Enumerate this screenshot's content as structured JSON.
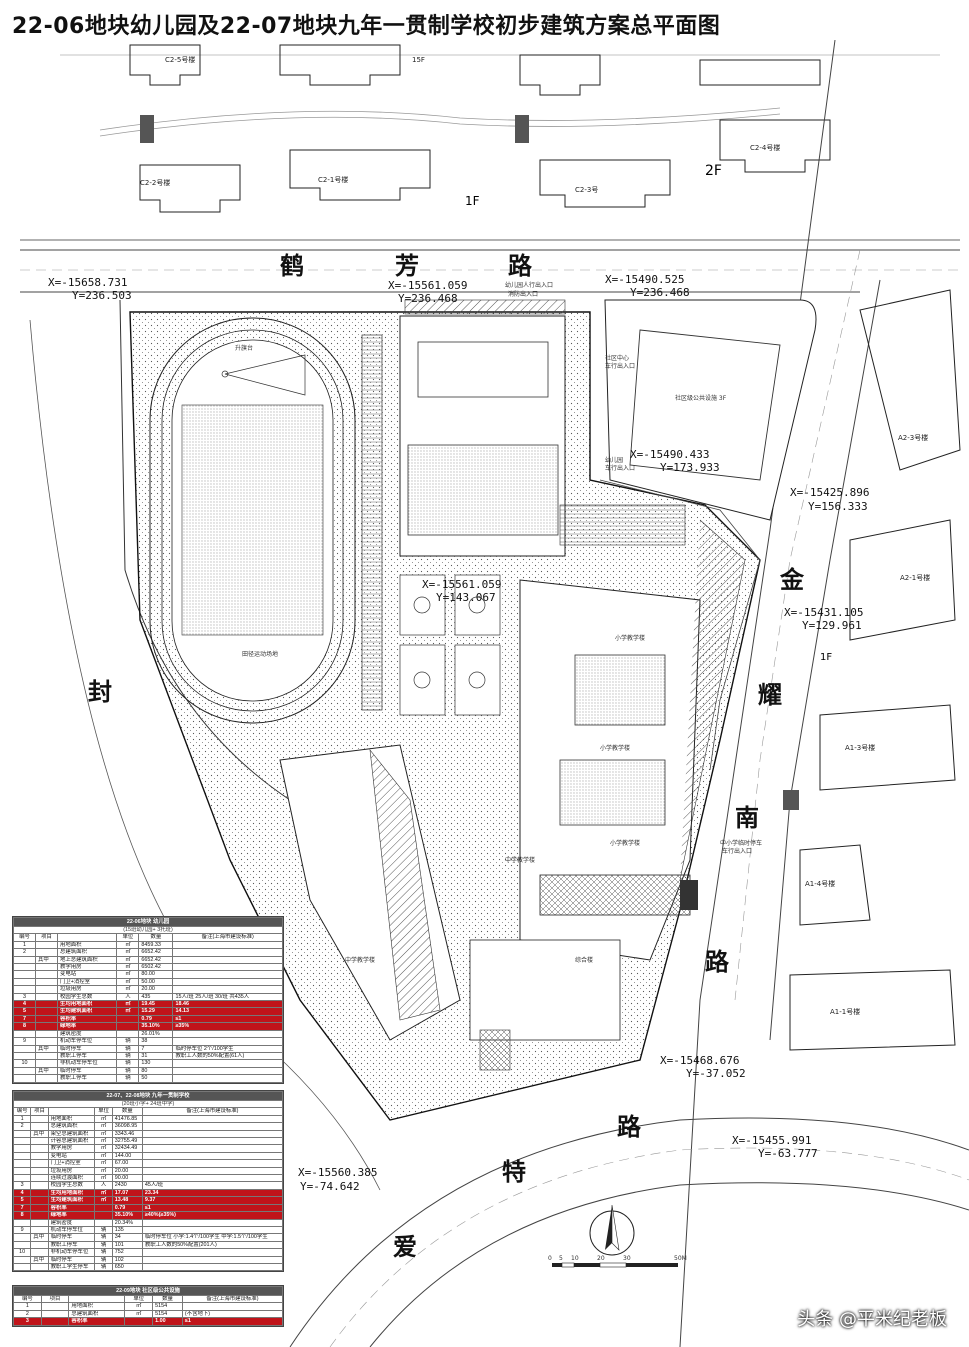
{
  "title": "22-06地块幼儿园及22-07地块九年一贯制学校初步建筑方案总平面图",
  "roads": {
    "hefang": [
      "鹤",
      "芳",
      "路"
    ],
    "fengte": "封",
    "jinyao": [
      "金",
      "耀",
      "南",
      "路"
    ],
    "aite": [
      "路",
      "特",
      "爱"
    ]
  },
  "coords": {
    "c1": "X=-15658.731",
    "c1y": "Y=236.503",
    "c2": "X=-15561.059",
    "c2y": "Y=236.468",
    "c3": "X=-15490.525",
    "c3y": "Y=236.468",
    "c4": "X=-15490.433",
    "c4y": "Y=173.933",
    "c5": "X=-15425.896",
    "c5y": "Y=156.333",
    "c6": "X=-15561.059",
    "c6y": "Y=143.067",
    "c7": "X=-15431.105",
    "c7y": "Y=129.961",
    "c8": "X=-15468.676",
    "c8y": "Y=-37.052",
    "c9": "X=-15455.991",
    "c9y": "Y=-63.777",
    "c10": "X=-15560.385",
    "c10y": "Y=-74.642"
  },
  "labels": {
    "kindergarten_entry": "幼儿园人行出入口",
    "fire_entry": "消防出入口",
    "community_center": "社区中心",
    "vehicle_entry": "车行出入口",
    "kg_vehicle_entry": "幼儿园",
    "kg_vehicle_entry2": "车行出入口",
    "public_building": "社区级公共设施 3F",
    "school_entry": "中小学临时停车",
    "school_entry2": "车行出入口",
    "flag": "升旗台",
    "field": "田径运动场地",
    "primary1": "小学教学楼",
    "primary2": "小学教学楼",
    "primary3": "小学教学楼",
    "middle": "中学教学楼",
    "gym": "中学教学楼",
    "comprehensive": "综合楼",
    "two_f": "2F",
    "one_f": "1F",
    "fifteen_f": "15F",
    "scale": [
      "0",
      "5",
      "10",
      "20",
      "30",
      "50M"
    ],
    "c25": "C2-5号楼",
    "c21": "C2-1号楼",
    "c22": "C2-2号楼",
    "c23": "C2-3号",
    "c24": "C2-4号楼",
    "a23": "A2-3号楼",
    "a21": "A2-1号楼",
    "a13": "A1-3号楼",
    "a14": "A1-4号楼",
    "a11": "A1-1号楼"
  },
  "table1": {
    "title": "22-06地块 幼儿园",
    "subtitle": "(15班幼儿园+ 3托班)",
    "headers": [
      "编号",
      "项目",
      "",
      "单位",
      "数量",
      "备注(上海市建设标准)"
    ],
    "rows": [
      [
        "1",
        "用地面积",
        "",
        "㎡",
        "8459.33",
        "",
        ""
      ],
      [
        "2",
        "总建筑面积",
        "",
        "㎡",
        "6652.42",
        "",
        ""
      ],
      [
        "",
        "地上总建筑面积",
        "其中",
        "㎡",
        "6652.42",
        "",
        ""
      ],
      [
        "",
        "教学用房",
        "",
        "㎡",
        "6502.42",
        "",
        ""
      ],
      [
        "",
        "变电站",
        "",
        "㎡",
        "80.00",
        "",
        ""
      ],
      [
        "",
        "门卫+消控室",
        "",
        "㎡",
        "50.00",
        "",
        ""
      ],
      [
        "",
        "垃圾用房",
        "",
        "㎡",
        "20.00",
        "",
        ""
      ],
      [
        "3",
        "校园学生总数",
        "",
        "人",
        "435",
        "15人/班 25人/班 30/班 共435人",
        ""
      ],
      [
        "4",
        "生均用地面积",
        "",
        "㎡",
        "19.45",
        "18.46",
        "red"
      ],
      [
        "5",
        "生均建筑面积",
        "",
        "㎡",
        "15.29",
        "14.13",
        "red"
      ],
      [
        "7",
        "容积率",
        "",
        "",
        "0.79",
        "≤1",
        "red"
      ],
      [
        "8",
        "绿地率",
        "",
        "",
        "35.10%",
        "≥35%",
        "red"
      ],
      [
        "",
        "建筑密度",
        "",
        "",
        "26.01%",
        "",
        ""
      ],
      [
        "9",
        "机动车停车位",
        "",
        "辆",
        "38",
        "",
        ""
      ],
      [
        "",
        "临时停车",
        "其中",
        "辆",
        "7",
        "临时停车位 2个/100学生",
        ""
      ],
      [
        "",
        "教职工停车",
        "",
        "辆",
        "31",
        "教职工人数的50%配置(61人)",
        ""
      ],
      [
        "10",
        "非机动车停车位",
        "",
        "辆",
        "130",
        "",
        ""
      ],
      [
        "",
        "临时停车",
        "其中",
        "辆",
        "80",
        "",
        ""
      ],
      [
        "",
        "教职工停车",
        "",
        "辆",
        "50",
        "",
        ""
      ]
    ]
  },
  "table2": {
    "title": "22-07、22-08地块 九年一贯制学校",
    "subtitle": "(20班小学+ 24班中学)",
    "headers": [
      "编号",
      "项目",
      "",
      "单位",
      "数量",
      "备注(上海市建设标准)"
    ],
    "rows": [
      [
        "1",
        "用地面积",
        "",
        "㎡",
        "41476.85",
        "",
        ""
      ],
      [
        "2",
        "总建筑面积",
        "",
        "㎡",
        "36098.95",
        "",
        ""
      ],
      [
        "",
        "架空总建筑面积",
        "其中",
        "㎡",
        "3343.46",
        "",
        ""
      ],
      [
        "",
        "计容总建筑面积",
        "",
        "㎡",
        "32755.49",
        "",
        ""
      ],
      [
        "",
        "教学用房",
        "",
        "㎡",
        "32434.49",
        "",
        ""
      ],
      [
        "",
        "变电站",
        "",
        "㎡",
        "144.00",
        "",
        ""
      ],
      [
        "",
        "门卫+消控室",
        "",
        "㎡",
        "67.00",
        "",
        ""
      ],
      [
        "",
        "垃圾用房",
        "",
        "㎡",
        "20.00",
        "",
        ""
      ],
      [
        "",
        "连续过渡面积",
        "",
        "㎡",
        "90.00",
        "",
        ""
      ],
      [
        "3",
        "校园学生总数",
        "",
        "人",
        "2430",
        "45人/班",
        ""
      ],
      [
        "4",
        "生均用地面积",
        "",
        "㎡",
        "17.07",
        "23.34",
        "red"
      ],
      [
        "5",
        "生均建筑面积",
        "",
        "㎡",
        "13.48",
        "9.37",
        "red"
      ],
      [
        "7",
        "容积率",
        "",
        "",
        "0.79",
        "≤1",
        "red"
      ],
      [
        "8",
        "绿地率",
        "",
        "",
        "35.10%",
        "≥40%(≥35%)",
        "red"
      ],
      [
        "",
        "建筑密度",
        "",
        "",
        "20.34%",
        "",
        ""
      ],
      [
        "9",
        "机动车停车位",
        "",
        "辆",
        "135",
        "",
        ""
      ],
      [
        "",
        "临时停车",
        "其中",
        "辆",
        "34",
        "临时停车位 小学:1.4个/100学生 中学:1.5个/100学生",
        ""
      ],
      [
        "",
        "教职工停车",
        "",
        "辆",
        "101",
        "教职工人数的50%配置(201人)",
        ""
      ],
      [
        "10",
        "非机动车停车位",
        "",
        "辆",
        "752",
        "",
        ""
      ],
      [
        "",
        "临时停车",
        "其中",
        "辆",
        "102",
        "",
        ""
      ],
      [
        "",
        "教职工学生停车",
        "",
        "辆",
        "650",
        "",
        ""
      ]
    ]
  },
  "table3": {
    "title": "22-09地块 社区级公共设施",
    "headers": [
      "编号",
      "项目",
      "",
      "单位",
      "数量",
      "备注(上海市建设标准)"
    ],
    "rows": [
      [
        "1",
        "用地面积",
        "",
        "㎡",
        "5154",
        "",
        ""
      ],
      [
        "2",
        "总建筑面积",
        "",
        "㎡",
        "5154",
        "(不含地下)",
        ""
      ],
      [
        "3",
        "容积率",
        "",
        "",
        "1.00",
        "≤1",
        "red"
      ]
    ]
  },
  "watermark": "头条 @平米纪老板"
}
